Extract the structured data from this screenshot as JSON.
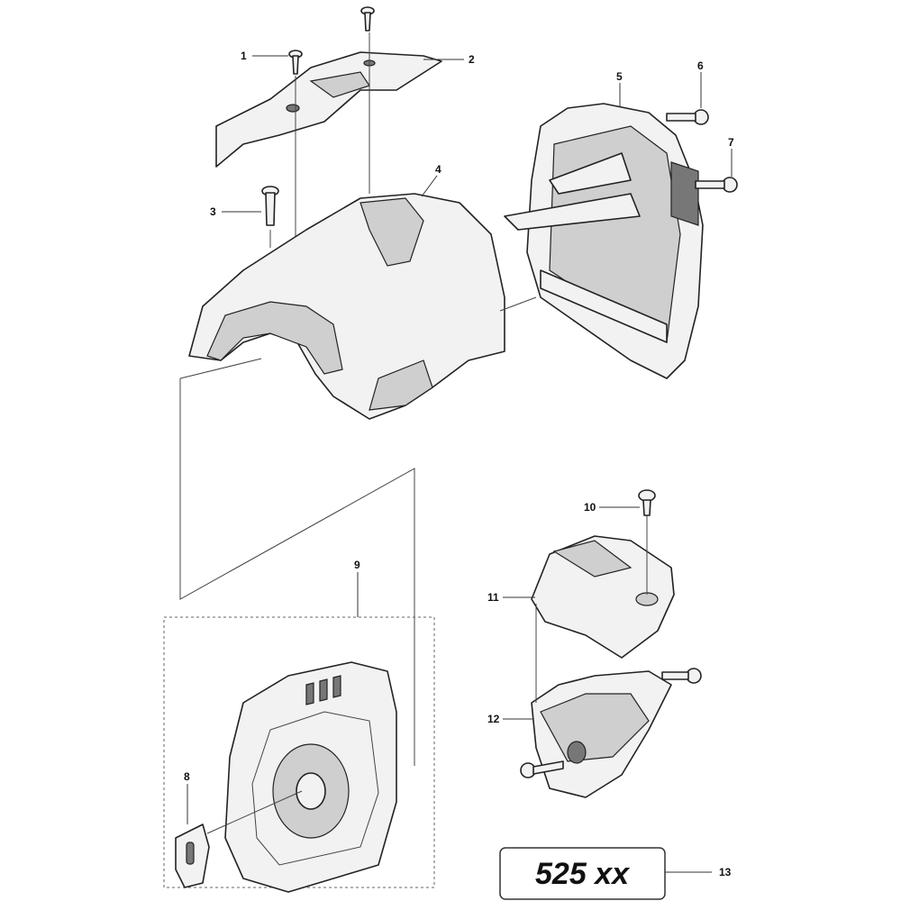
{
  "diagram": {
    "type": "exploded parts diagram",
    "callouts": [
      "1",
      "2",
      "3",
      "4",
      "5",
      "6",
      "7",
      "8",
      "9",
      "10",
      "11",
      "12",
      "13"
    ],
    "model_label": "525 xx"
  }
}
